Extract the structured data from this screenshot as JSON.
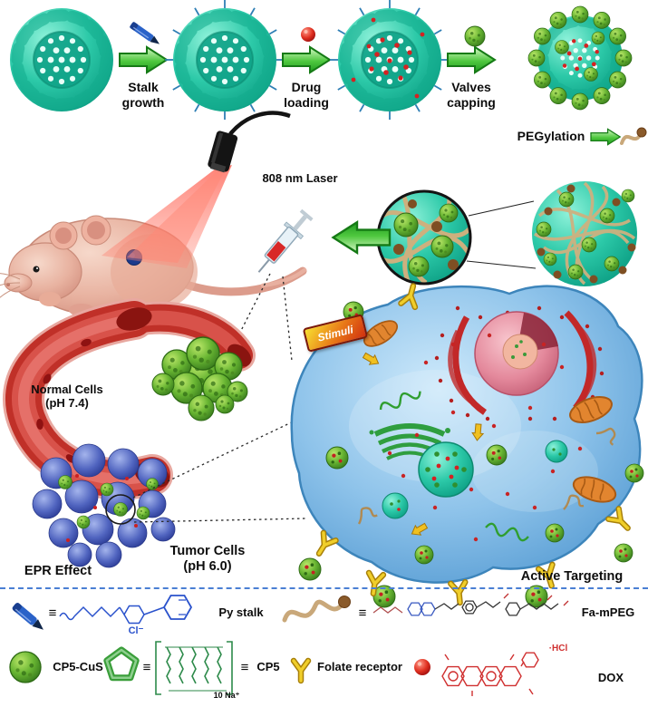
{
  "figure": {
    "process": {
      "step1_label": "Stalk\ngrowth",
      "step2_label": "Drug\nloading",
      "step3_label": "Valves\ncapping",
      "pegylation_label": "PEGylation"
    },
    "invivo": {
      "laser_label": "808 nm Laser",
      "normal_cells_label": "Normal Cells\n(pH 7.4)",
      "epr_label": "EPR Effect",
      "tumor_cells_label": "Tumor Cells\n(pH 6.0)"
    },
    "cell": {
      "stimuli_label": "Stimuli",
      "active_targeting_label": "Active Targeting"
    },
    "legend": {
      "equiv": "≡",
      "py_stalk_label": "Py stalk",
      "chloride": "Cl⁻",
      "fa_mpeg_label": "Fa-mPEG",
      "cp5_cus_label": "CP5-CuS",
      "cp5_label": "CP5",
      "sodium": "10 Na⁺",
      "folate_label": "Folate receptor",
      "dox_label": "DOX",
      "hcl": "·HCl"
    },
    "colors": {
      "nanoparticle_teal": "#14b394",
      "arrow_green": "#35b535",
      "laser_red": "#e81818",
      "vessel_red": "#c03028",
      "tumor_cell_blue": "#3f51a8",
      "cell_blue": "#7ab5e0",
      "peg_tan": "#c9a87a",
      "legend_divider_blue": "#4a7fd4"
    }
  }
}
